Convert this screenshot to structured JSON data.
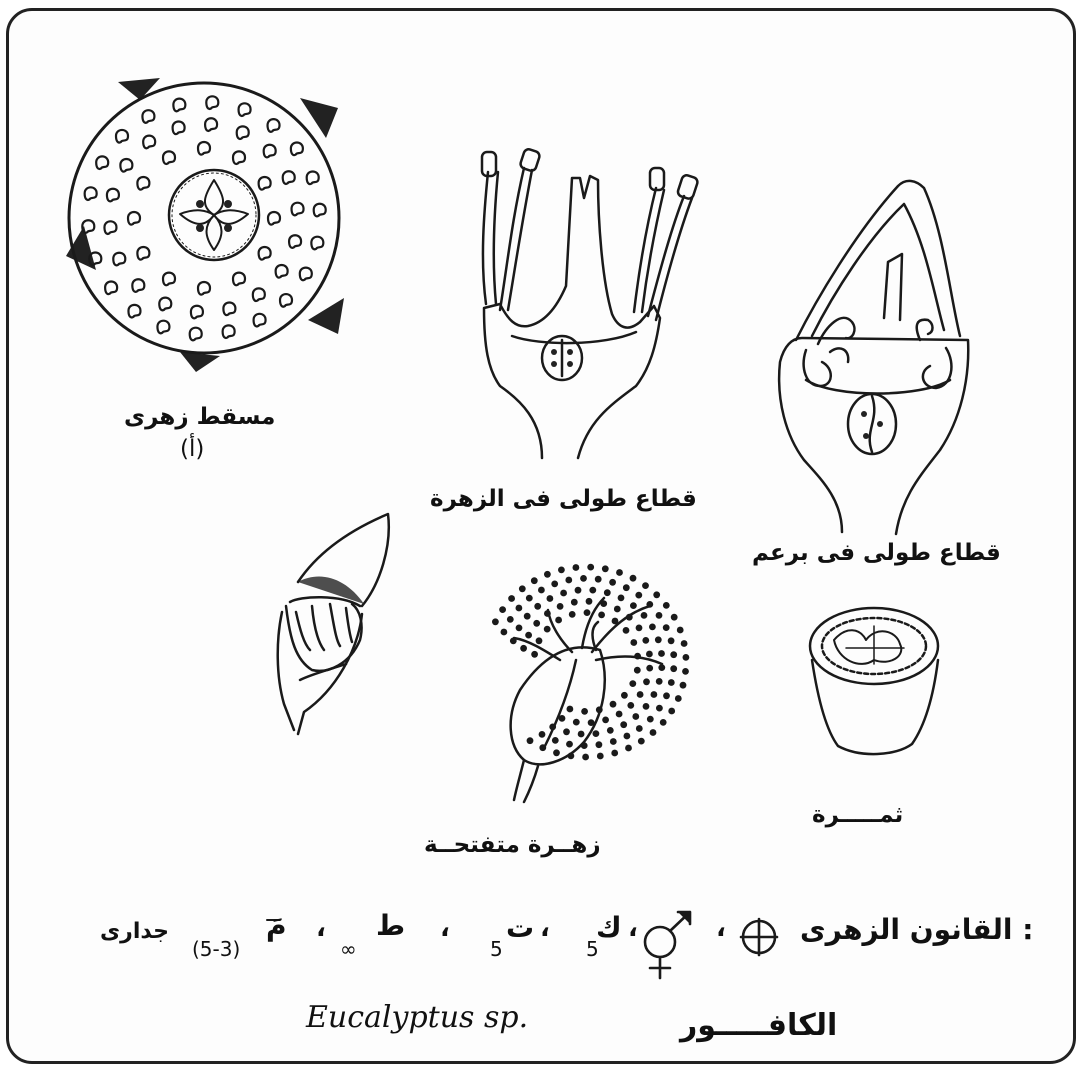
{
  "labels": {
    "floral_diagram": "مسقط زهرى",
    "floral_diagram_letter": "(أ)",
    "flower_section": "قطاع طولى فى الزهرة",
    "bud_section": "قطاع طولى فى برعم",
    "open_flower": "زهــرة متفتحــة",
    "fruit": "ثمـــــرة"
  },
  "formula": {
    "title": "القانون الزهرى :",
    "sep": "،",
    "calyx": "ك",
    "calyx_num": "5",
    "corolla": "ت",
    "corolla_num": "5",
    "androecium": "ط",
    "androecium_num": "∞",
    "gynoecium": "مَ",
    "gynoecium_num": "(5-3)",
    "placentation": "جدارى"
  },
  "names": {
    "latin": "Eucalyptus sp.",
    "arabic": "الكافـــــور"
  },
  "icons": [
    "actinomorphic-symbol-icon",
    "bisexual-symbol-icon"
  ]
}
